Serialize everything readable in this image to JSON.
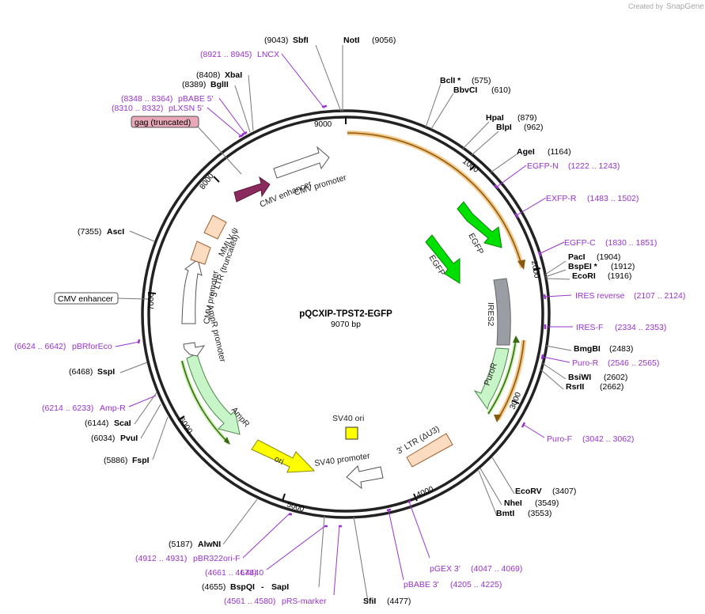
{
  "credit": {
    "prefix": "Created by",
    "brand": "SnapGene"
  },
  "plasmid": {
    "name": "pQCXIP-TPST2-EGFP",
    "length_label": "9070 bp"
  },
  "ticks": [
    "1000",
    "2000",
    "3000",
    "4000",
    "5000",
    "6000",
    "7000",
    "8000",
    "9000"
  ],
  "enzymes": [
    {
      "name": "SbfI",
      "pos": "(9043)"
    },
    {
      "name": "NotI",
      "pos": "(9056)"
    },
    {
      "name": "BclI *",
      "pos": "(575)"
    },
    {
      "name": "BbvCI",
      "pos": "(610)"
    },
    {
      "name": "HpaI",
      "pos": "(879)"
    },
    {
      "name": "BlpI",
      "pos": "(962)"
    },
    {
      "name": "AgeI",
      "pos": "(1164)"
    },
    {
      "name": "PacI",
      "pos": "(1904)"
    },
    {
      "name": "BspEI *",
      "pos": "(1912)"
    },
    {
      "name": "EcoRI",
      "pos": "(1916)"
    },
    {
      "name": "BmgBI",
      "pos": "(2483)"
    },
    {
      "name": "BsiWI",
      "pos": "(2602)"
    },
    {
      "name": "RsrII",
      "pos": "(2662)"
    },
    {
      "name": "EcoRV",
      "pos": "(3407)"
    },
    {
      "name": "NheI",
      "pos": "(3549)"
    },
    {
      "name": "BmtI",
      "pos": "(3553)"
    },
    {
      "name": "SfiI",
      "pos": "(4477)"
    },
    {
      "name": "BspQI",
      "pos": "(4655)"
    },
    {
      "name": "SapI",
      "pos": ""
    },
    {
      "name": "AlwNI",
      "pos": "(5187)"
    },
    {
      "name": "FspI",
      "pos": "(5886)"
    },
    {
      "name": "PvuI",
      "pos": "(6034)"
    },
    {
      "name": "ScaI",
      "pos": "(6144)"
    },
    {
      "name": "SspI",
      "pos": "(6468)"
    },
    {
      "name": "AscI",
      "pos": "(7355)"
    },
    {
      "name": "BglII",
      "pos": "(8389)"
    },
    {
      "name": "XbaI",
      "pos": "(8408)"
    }
  ],
  "primers": [
    {
      "name": "LNCX",
      "range": "(8921 .. 8945)"
    },
    {
      "name": "pBABE 5'",
      "range": "(8348 .. 8364)"
    },
    {
      "name": "pLXSN 5'",
      "range": "(8310 .. 8332)"
    },
    {
      "name": "EGFP-N",
      "range": "(1222 .. 1243)"
    },
    {
      "name": "EXFP-R",
      "range": "(1483 .. 1502)"
    },
    {
      "name": "EGFP-C",
      "range": "(1830 .. 1851)"
    },
    {
      "name": "IRES reverse",
      "range": "(2107 .. 2124)"
    },
    {
      "name": "IRES-F",
      "range": "(2334 .. 2353)"
    },
    {
      "name": "Puro-R",
      "range": "(2546 .. 2565)"
    },
    {
      "name": "Puro-F",
      "range": "(3042 .. 3062)"
    },
    {
      "name": "pGEX 3'",
      "range": "(4047 .. 4069)"
    },
    {
      "name": "pBABE 3'",
      "range": "(4205 .. 4225)"
    },
    {
      "name": "L4440",
      "range": "(4661 .. 4678)"
    },
    {
      "name": "pRS-marker",
      "range": "(4561 .. 4580)"
    },
    {
      "name": "pBR322ori-F",
      "range": "(4912 .. 4931)"
    },
    {
      "name": "Amp-R",
      "range": "(6214 .. 6233)"
    },
    {
      "name": "pBRforEco",
      "range": "(6624 .. 6642)"
    }
  ],
  "features": {
    "cmv_enhancer_inner": "CMV enhancer",
    "cmv_promoter_inner": "CMV promoter",
    "egfp_outer": "EGFP",
    "egfp_inner": "EGFP",
    "ires2": "IRES2",
    "puror": "PuroR",
    "ltr3": "3' LTR (ΔU3)",
    "sv40_ori": "SV40 ori",
    "sv40_promoter": "SV40 promoter",
    "ori": "ori",
    "ampr": "AmpR",
    "ampr_promoter": "AmpR promoter",
    "cmv_promoter_left": "CMV promoter",
    "ltr5": "5' LTR (truncated)",
    "mmlv": "MMLV ψ",
    "gag_box": "gag (truncated)",
    "cmv_enhancer_box": "CMV enhancer"
  },
  "colors": {
    "cmv_enhancer": "#8b2a5e",
    "egfp": "#00e000",
    "ires": "#9a9ea4",
    "puror": "#c8f5c8",
    "ltr": "#fbdcc0",
    "ori": "#ffff00",
    "ampr": "#c8f5c8",
    "primer": "#9933cc",
    "gag_fill": "#e8a8b8"
  }
}
